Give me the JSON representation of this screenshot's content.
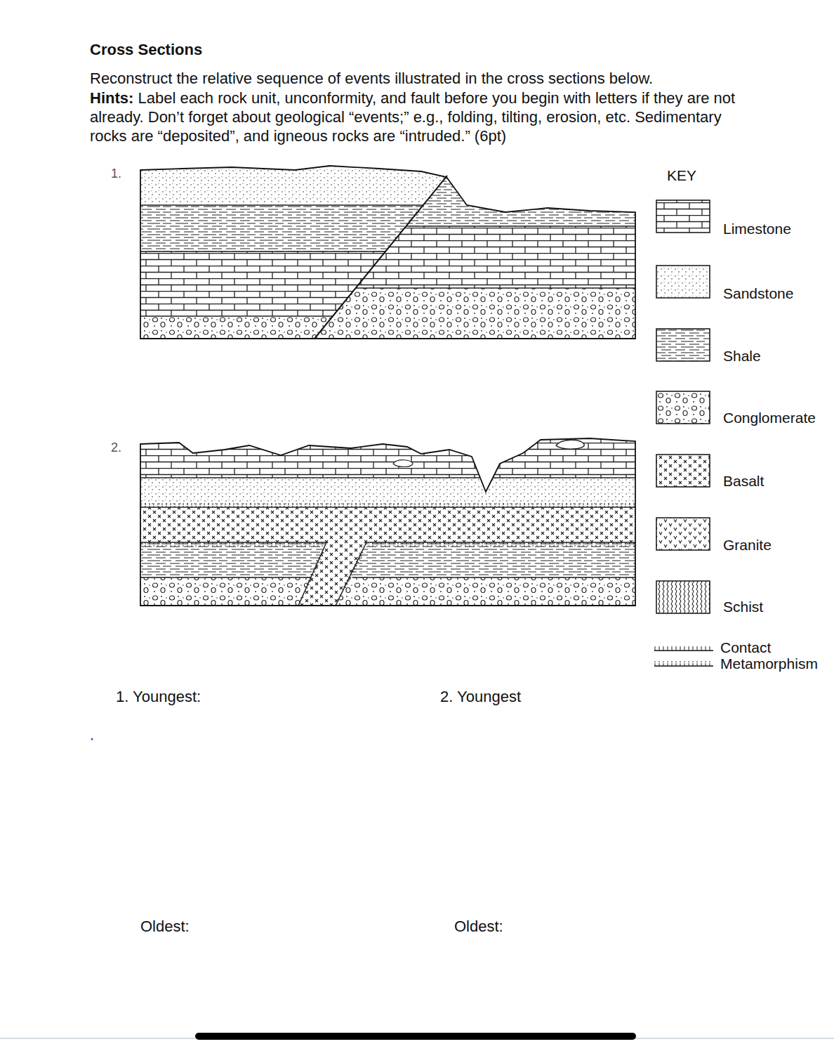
{
  "diagram": {
    "title": "Cross Sections",
    "labels": [
      "Reconstruct the relative sequence of events illustrated in the cross sections below.",
      "Hints:",
      "Label each rock unit, unconformity, and fault before you begin with letters if they are not already.  Don’t forget about geological “events;” e.g., folding, tilting, erosion, etc. Sedimentary rocks are “deposited”, and igneous rocks are “intruded.” (6pt)",
      "1.",
      "2.",
      "KEY",
      "1. Youngest:",
      "2. Youngest",
      "Oldest:",
      "Oldest:"
    ],
    "legend": [
      {
        "text": "Limestone"
      },
      {
        "text": "Sandstone"
      },
      {
        "text": "Shale"
      },
      {
        "text": "Conglomerate"
      },
      {
        "text": "Basalt"
      },
      {
        "text": "Granite"
      },
      {
        "text": "Schist"
      },
      {
        "text": "Contact Metamorphism"
      }
    ]
  }
}
